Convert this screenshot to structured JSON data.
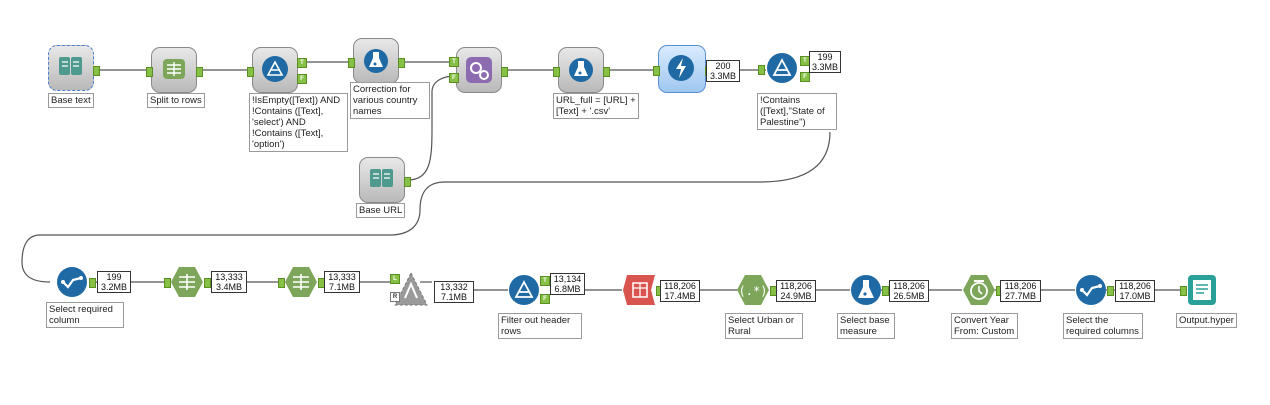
{
  "canvas": {
    "tools": [
      {
        "id": "base-text",
        "label": "Base text",
        "icon": "book-icon",
        "color": "#4f9a8e"
      },
      {
        "id": "split-rows",
        "label": "Split to rows",
        "icon": "text-to-columns-icon",
        "color": "#7da65a"
      },
      {
        "id": "filter-1",
        "label": "!IsEmpty([Text]) AND !Contains ([Text], 'select') AND !Contains ([Text], 'option')",
        "icon": "filter-icon",
        "color": "#1f6aa5"
      },
      {
        "id": "formula-1",
        "label": "Correction for various country names",
        "icon": "formula-flask-icon",
        "color": "#1f6aa5"
      },
      {
        "id": "append",
        "label": "",
        "icon": "append-fields-icon",
        "color": "#8c6bb1"
      },
      {
        "id": "base-url",
        "label": "Base URL",
        "icon": "book-icon",
        "color": "#4f9a8e"
      },
      {
        "id": "formula-2",
        "label": "URL_full = [URL] + [Text] + '.csv'",
        "icon": "formula-flask-icon",
        "color": "#1f6aa5"
      },
      {
        "id": "download",
        "label": "",
        "icon": "download-lightning-icon",
        "color": "#1f6aa5"
      },
      {
        "id": "filter-2",
        "label": "!Contains ([Text],\"State of Palestine\")",
        "icon": "filter-icon",
        "color": "#1f6aa5"
      },
      {
        "id": "select-1",
        "label": "Select required column",
        "icon": "select-check-icon",
        "color": "#1f6aa5"
      },
      {
        "id": "ttc-1",
        "label": "",
        "icon": "text-to-columns-icon",
        "color": "#7da65a"
      },
      {
        "id": "ttc-2",
        "label": "",
        "icon": "text-to-columns-icon",
        "color": "#7da65a"
      },
      {
        "id": "dynamic-rename",
        "label": "",
        "icon": "dynamic-rename-icon",
        "color": "#9a9a9a"
      },
      {
        "id": "filter-3",
        "label": "Filter out header rows",
        "icon": "filter-icon",
        "color": "#1f6aa5"
      },
      {
        "id": "transpose",
        "label": "",
        "icon": "transpose-icon",
        "color": "#d9534f"
      },
      {
        "id": "regex",
        "label": "Select Urban or Rural",
        "icon": "regex-icon",
        "color": "#7da65a"
      },
      {
        "id": "formula-3",
        "label": "Select base measure",
        "icon": "formula-flask-icon",
        "color": "#1f6aa5"
      },
      {
        "id": "datetime",
        "label": "Convert Year From: Custom",
        "icon": "datetime-clock-icon",
        "color": "#7da65a"
      },
      {
        "id": "select-2",
        "label": "Select the required columns",
        "icon": "select-check-icon",
        "color": "#1f6aa5"
      },
      {
        "id": "output",
        "label": "Output.hyper",
        "icon": "output-file-icon",
        "color": "#2aa198"
      }
    ],
    "counts": [
      {
        "id": "c1",
        "rows": "200",
        "size": "3.3MB"
      },
      {
        "id": "c2",
        "rows": "199",
        "size": "3.3MB"
      },
      {
        "id": "c3",
        "rows": "199",
        "size": "3.2MB"
      },
      {
        "id": "c4",
        "rows": "13,333",
        "size": "3.4MB"
      },
      {
        "id": "c5",
        "rows": "13,333",
        "size": "7.1MB"
      },
      {
        "id": "c6",
        "rows": "13,332",
        "size": "7.1MB"
      },
      {
        "id": "c7",
        "rows": "13,134",
        "size": "6.8MB"
      },
      {
        "id": "c8",
        "rows": "118,206",
        "size": "17.4MB"
      },
      {
        "id": "c9",
        "rows": "118,206",
        "size": "24.9MB"
      },
      {
        "id": "c10",
        "rows": "118,206",
        "size": "26.5MB"
      },
      {
        "id": "c11",
        "rows": "118,206",
        "size": "27.7MB"
      },
      {
        "id": "c12",
        "rows": "118,206",
        "size": "17.0MB"
      }
    ],
    "anchor_labels": {
      "true": "T",
      "false": "F",
      "left": "L",
      "right": "R"
    }
  }
}
